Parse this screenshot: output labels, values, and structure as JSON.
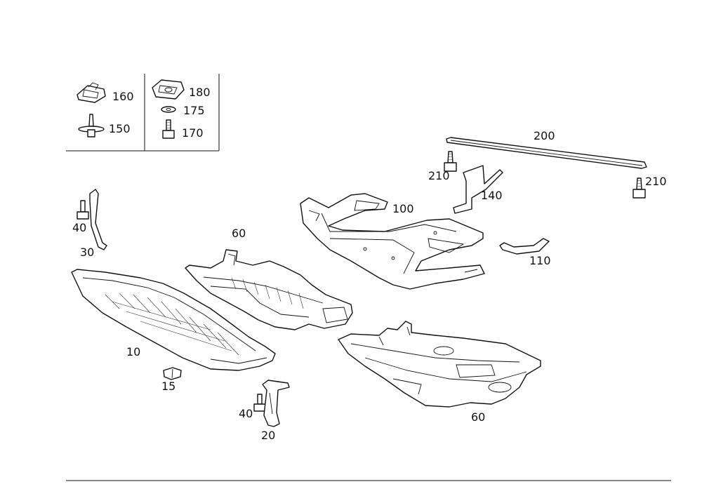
{
  "labels": {
    "p160": "160",
    "p150": "150",
    "p180": "180",
    "p175": "175",
    "p170": "170",
    "p200": "200",
    "p210a": "210",
    "p210b": "210",
    "p140": "140",
    "p100": "100",
    "p110": "110",
    "p60a": "60",
    "p60b": "60",
    "p40a": "40",
    "p40b": "40",
    "p30": "30",
    "p10": "10",
    "p15": "15",
    "p20": "20"
  }
}
